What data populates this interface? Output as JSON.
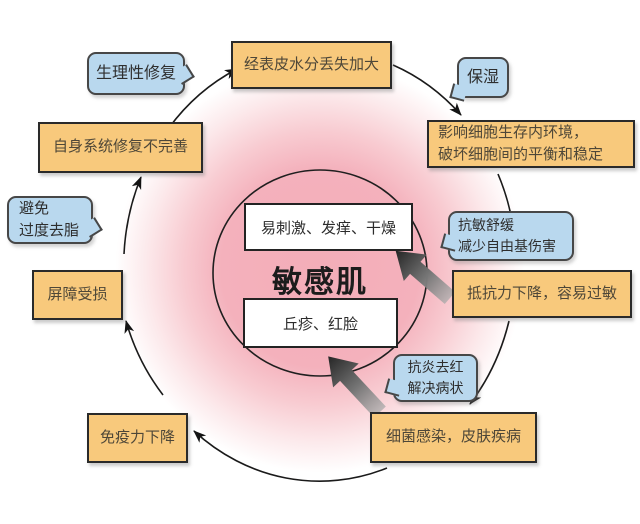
{
  "diagram": {
    "center": {
      "title": "敏感肌",
      "symptom_top": "易刺激、发痒、干燥",
      "symptom_bottom": "丘疹、红脸"
    },
    "nodes": [
      {
        "label": "经表皮水分丢失加大"
      },
      {
        "label": "影响细胞生存内环境，\n破坏细胞间的平衡和稳定"
      },
      {
        "label": "抵抗力下降，容易过敏"
      },
      {
        "label": "细菌感染，皮肤疾病"
      },
      {
        "label": "免疫力下降"
      },
      {
        "label": "屏障受损"
      },
      {
        "label": "自身系统修复不完善"
      }
    ],
    "remedies": [
      {
        "label": "生理性修复"
      },
      {
        "label": "保湿"
      },
      {
        "label": "抗敏舒缓\n减少自由基伤害"
      },
      {
        "label": "抗炎去红\n解决病状"
      },
      {
        "label": "避免\n过度去脂"
      }
    ],
    "colors": {
      "node_fill": "#f8c97c",
      "remedy_fill": "#b9d8ee",
      "center_glow": "#f4aeb9",
      "arrow_dark": "#2b2b2b",
      "outline": "#1a1a1a"
    }
  }
}
